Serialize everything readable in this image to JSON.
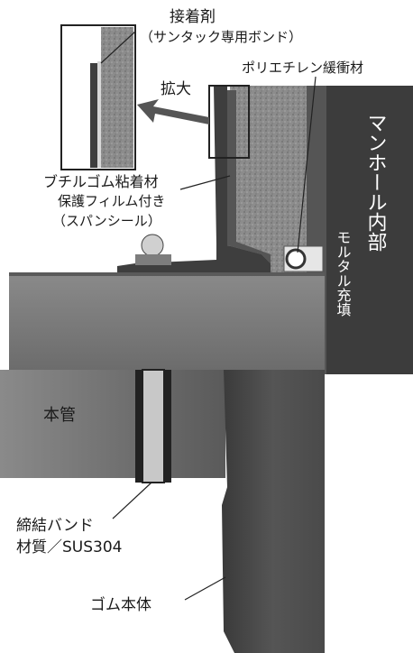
{
  "labels": {
    "adhesive_title": "接着剤",
    "adhesive_sub": "（サンタック専用ボンド）",
    "enlarge": "拡大",
    "polyethylene": "ポリエチレン緩衝材",
    "butyl_1": "ブチルゴム粘着材",
    "butyl_2": "保護フィルム付き",
    "butyl_3": "（スパンシール）",
    "manhole_interior": "マンホール内部",
    "mortar": "モルタル充填",
    "main_pipe": "本管",
    "band_1": "締結バンド",
    "band_2": "材質／SUS304",
    "rubber_body": "ゴム本体"
  }
}
